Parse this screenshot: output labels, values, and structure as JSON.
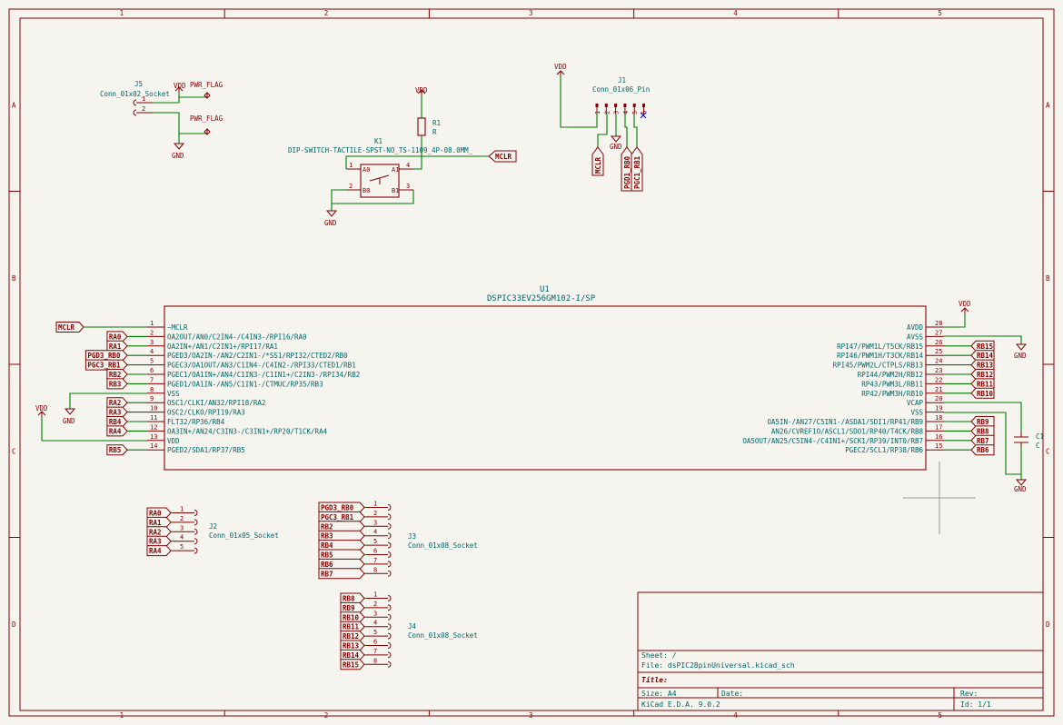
{
  "border": {
    "columns": [
      "1",
      "2",
      "3",
      "4",
      "5"
    ],
    "rows": [
      "A",
      "B",
      "C",
      "D"
    ]
  },
  "j5": {
    "ref": "J5",
    "value": "Conn_01x02_Socket",
    "pins": [
      "1",
      "2"
    ]
  },
  "pwr_flag_1": "PWR_FLAG",
  "pwr_flag_2": "PWR_FLAG",
  "vdd_j5": "VDD",
  "gnd_j5": "GND",
  "r1": {
    "ref": "R1",
    "value": "R"
  },
  "vdd_r1": "VDD",
  "k1": {
    "ref": "K1",
    "value": "DIP-SWITCH-TACTILE-SPST-NO_TS-1109_4P-08.0MM_",
    "pins": [
      "1",
      "4",
      "2",
      "3"
    ],
    "pads": [
      "A0",
      "A1",
      "B0",
      "B1"
    ]
  },
  "mclr_k1": "MCLR",
  "gnd_k1": "GND",
  "j1": {
    "ref": "J1",
    "value": "Conn_01x06_Pin",
    "pins": [
      "1",
      "2",
      "3",
      "4",
      "5",
      "6"
    ],
    "labels": [
      "MCLR",
      "PGD1_RB0",
      "PGC1_RB1"
    ]
  },
  "vdd_j1": "VDD",
  "gnd_j1": "GND",
  "u1": {
    "ref": "U1",
    "value": "DSPIC33EV256GM102-I/SP",
    "left_pins": [
      {
        "num": "1",
        "name": "~MCLR",
        "label": "MCLR"
      },
      {
        "num": "2",
        "name": "OA2OUT/AN0/C2IN4-/C4IN3-/RPI16/RA0",
        "label": "RA0"
      },
      {
        "num": "3",
        "name": "OA2IN+/AN1/C2IN1+/RPI17/RA1",
        "label": "RA1"
      },
      {
        "num": "4",
        "name": "PGED3/OA2IN-/AN2/C2IN1-/*SS1/RPI32/CTED2/RB0",
        "label": "PGD3_RB0"
      },
      {
        "num": "5",
        "name": "PGEC3/OA1OUT/AN3/C1IN4-/C4IN2-/RPI33/CTED1/RB1",
        "label": "PGC3_RB1"
      },
      {
        "num": "6",
        "name": "PGEC1/OA1IN+/AN4/C1IN3-/C1IN1+/C2IN3-/RPI34/RB2",
        "label": "RB2"
      },
      {
        "num": "7",
        "name": "PGED1/OA1IN-/AN5/C1IN1-/CTMUC/RP35/RB3",
        "label": "RB3"
      },
      {
        "num": "8",
        "name": "VSS",
        "label": ""
      },
      {
        "num": "9",
        "name": "OSC1/CLKI/AN32/RPI18/RA2",
        "label": "RA2"
      },
      {
        "num": "10",
        "name": "OSC2/CLKO/RPI19/RA3",
        "label": "RA3"
      },
      {
        "num": "11",
        "name": "FLT32/RP36/RB4",
        "label": "RB4"
      },
      {
        "num": "12",
        "name": "OA3IN+/AN24/C3IN3-/C3IN1+/RP20/T1CK/RA4",
        "label": "RA4"
      },
      {
        "num": "13",
        "name": "VDD",
        "label": ""
      },
      {
        "num": "14",
        "name": "PGED2/SDA1/RP37/RB5",
        "label": "RB5"
      }
    ],
    "right_pins": [
      {
        "num": "28",
        "name": "AVDD",
        "label": ""
      },
      {
        "num": "27",
        "name": "AVSS",
        "label": ""
      },
      {
        "num": "26",
        "name": "RPI47/PWM1L/T5CK/RB15",
        "label": "RB15"
      },
      {
        "num": "25",
        "name": "RPI46/PWM1H/T3CK/RB14",
        "label": "RB14"
      },
      {
        "num": "24",
        "name": "RPI45/PWM2L/CTPLS/RB13",
        "label": "RB13"
      },
      {
        "num": "23",
        "name": "RPI44/PWM2H/RB12",
        "label": "RB12"
      },
      {
        "num": "22",
        "name": "RP43/PWM3L/RB11",
        "label": "RB11"
      },
      {
        "num": "21",
        "name": "RP42/PWM3H/RB10",
        "label": "RB10"
      },
      {
        "num": "20",
        "name": "VCAP",
        "label": ""
      },
      {
        "num": "19",
        "name": "VSS",
        "label": ""
      },
      {
        "num": "18",
        "name": "OA5IN-/AN27/C5IN1-/ASDA1/SDI1/RP41/RB9",
        "label": "RB9"
      },
      {
        "num": "17",
        "name": "AN26/CVREF1O/ASCL1/SDO1/RP40/T4CK/RB8",
        "label": "RB8"
      },
      {
        "num": "16",
        "name": "OA5OUT/AN25/C5IN4-/C4IN1+/SCK1/RP39/INT0/RB7",
        "label": "RB7"
      },
      {
        "num": "15",
        "name": "PGEC2/SCL1/RP38/RB6",
        "label": "RB6"
      }
    ]
  },
  "vdd_u1_left": "VDD",
  "gnd_u1_left": "GND",
  "vdd_u1_right": "VDD",
  "gnd_u1_right_1": "GND",
  "gnd_u1_right_2": "GND",
  "c1": {
    "ref": "C1",
    "value": "C"
  },
  "j2": {
    "ref": "J2",
    "value": "Conn_01x05_Socket",
    "labels": [
      "RA0",
      "RA1",
      "RA2",
      "RA3",
      "RA4"
    ],
    "pins": [
      "1",
      "2",
      "3",
      "4",
      "5"
    ]
  },
  "j3": {
    "ref": "J3",
    "value": "Conn_01x08_Socket",
    "labels": [
      "PGD3_RB0",
      "PGC3_RB1",
      "RB2",
      "RB3",
      "RB4",
      "RB5",
      "RB6",
      "RB7"
    ],
    "pins": [
      "1",
      "2",
      "3",
      "4",
      "5",
      "6",
      "7",
      "8"
    ]
  },
  "j4": {
    "ref": "J4",
    "value": "Conn_01x08_Socket",
    "labels": [
      "RB8",
      "RB9",
      "RB10",
      "RB11",
      "RB12",
      "RB13",
      "RB14",
      "RB15"
    ],
    "pins": [
      "1",
      "2",
      "3",
      "4",
      "5",
      "6",
      "7",
      "8"
    ]
  },
  "title_block": {
    "sheet": "Sheet: /",
    "file": "File: dsPIC28pinUniversal.kicad_sch",
    "title": "Title:",
    "size": "Size: A4",
    "date": "Date:",
    "rev": "Rev:",
    "tool": "KiCad E.D.A. 9.0.2",
    "id": "Id: 1/1"
  },
  "colors": {
    "background": "#f5f4ef",
    "symbol": "#840000",
    "wire": "#007a00",
    "text": "#006464"
  }
}
